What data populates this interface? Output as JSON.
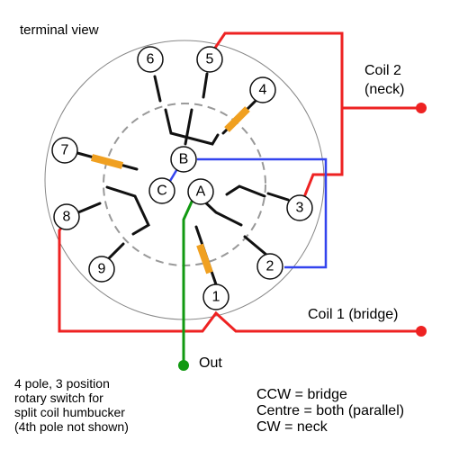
{
  "title": "terminal view",
  "terminals": {
    "A": "A",
    "B": "B",
    "C": "C",
    "t1": "1",
    "t2": "2",
    "t3": "3",
    "t4": "4",
    "t5": "5",
    "t6": "6",
    "t7": "7",
    "t8": "8",
    "t9": "9"
  },
  "coil2": {
    "line1": "Coil 2",
    "line2": "(neck)"
  },
  "coil1": {
    "label": "Coil 1 (bridge)"
  },
  "out": {
    "label": "Out"
  },
  "description": [
    "4 pole, 3 position",
    "rotary switch for",
    "split coil humbucker",
    "(4th pole not shown)"
  ],
  "positions": [
    "CCW = bridge",
    "Centre = both (parallel)",
    "CW = neck"
  ],
  "colors": {
    "red": "#ee2222",
    "blue": "#3344ee",
    "green": "#119911",
    "resistor": "#f0a020",
    "switch_body": "#888888",
    "dashed": "#999999"
  }
}
